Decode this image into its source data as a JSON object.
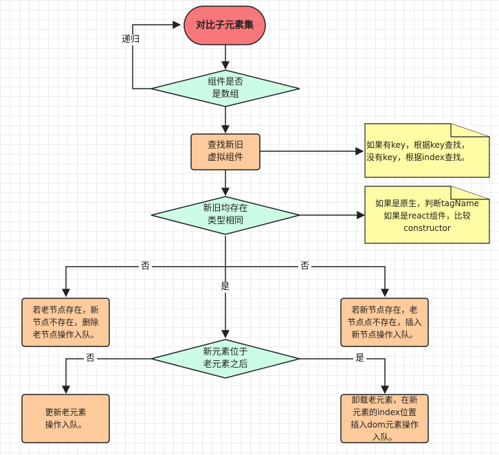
{
  "nodes": {
    "start": "对比子元素集",
    "is_array": "组件是否\n是数组",
    "find_old_new": "查找新旧\n虚拟组件",
    "both_exist_same_type": "新旧均存在\n类型相同",
    "old_exists_new_missing": "若老节点存在，新\n节点不存在，删除\n老节点操作入队。",
    "new_exists_old_missing": "若新节点存在，老\n节点点不存在，插入\n新节点操作入队。",
    "new_after_old": "新元素位于\n老元素之后",
    "update_old": "更新老元素\n操作入队。",
    "unmount_insert": "卸载老元素，在新\n元素的index位置\n插入dom元素操作\n入队。"
  },
  "notes": {
    "key_lookup": "如果有key，根据key查找，\n没有key，根据index查找。",
    "type_compare": "如果是原生，判断tagName\n如果是react组件，比较\nconstructor"
  },
  "edge_labels": {
    "recursion": "递归",
    "no_left": "否",
    "no_right": "否",
    "yes_down": "是",
    "no_bottom_left": "否",
    "yes_bottom_right": "是"
  },
  "colors": {
    "start_fill": "#f8777b",
    "decision_fill": "#ccfbe6",
    "process_fill": "#fdcb9c",
    "note_fill": "#fefca4",
    "stroke": "#222222"
  }
}
